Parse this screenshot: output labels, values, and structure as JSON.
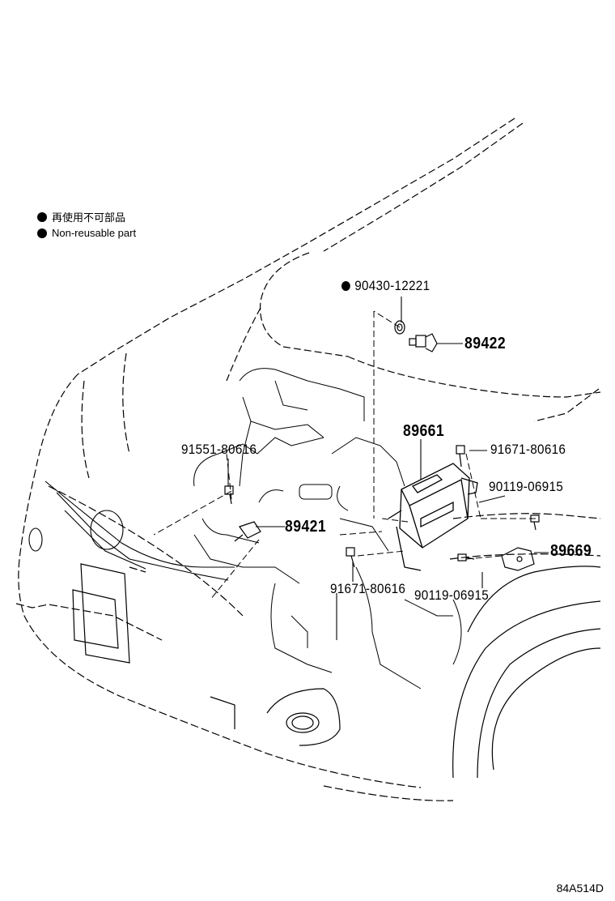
{
  "legend": {
    "items": [
      {
        "label": "再使用不可部品"
      },
      {
        "label": "Non-reusable part"
      }
    ]
  },
  "parts": {
    "p90430": "90430-12221",
    "p89422": "89422",
    "p89661": "89661",
    "p91671_top": "91671-80616",
    "p91551": "91551-80616",
    "p90119_top": "90119-06915",
    "p89421": "89421",
    "p89669": "89669",
    "p91671_bottom": "91671-80616",
    "p90119_bottom": "90119-06915"
  },
  "diagram_code": "84A514D"
}
